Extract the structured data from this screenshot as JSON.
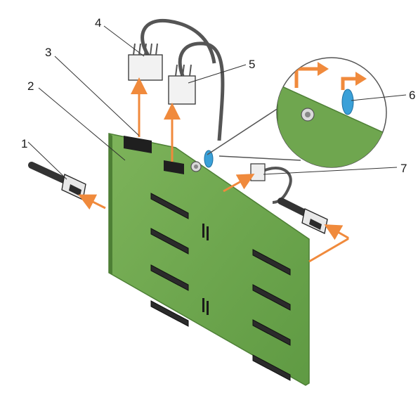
{
  "callouts": [
    {
      "id": "1",
      "label": "1"
    },
    {
      "id": "2",
      "label": "2"
    },
    {
      "id": "3",
      "label": "3"
    },
    {
      "id": "4",
      "label": "4"
    },
    {
      "id": "5",
      "label": "5"
    },
    {
      "id": "6",
      "label": "6"
    },
    {
      "id": "7",
      "label": "7"
    }
  ],
  "colors": {
    "board": "#6fa64f",
    "board_edge": "#4d7f35",
    "arrow": "#f08a3c",
    "cable": "#4a4a4a",
    "release_tab": "#3aa0d8",
    "connector": "#2f2f2f"
  },
  "icons": [
    "backplane-board",
    "sas-cable-icon",
    "power-cable-icon",
    "signal-cable-icon",
    "release-tab-icon",
    "magnifier-inset"
  ]
}
